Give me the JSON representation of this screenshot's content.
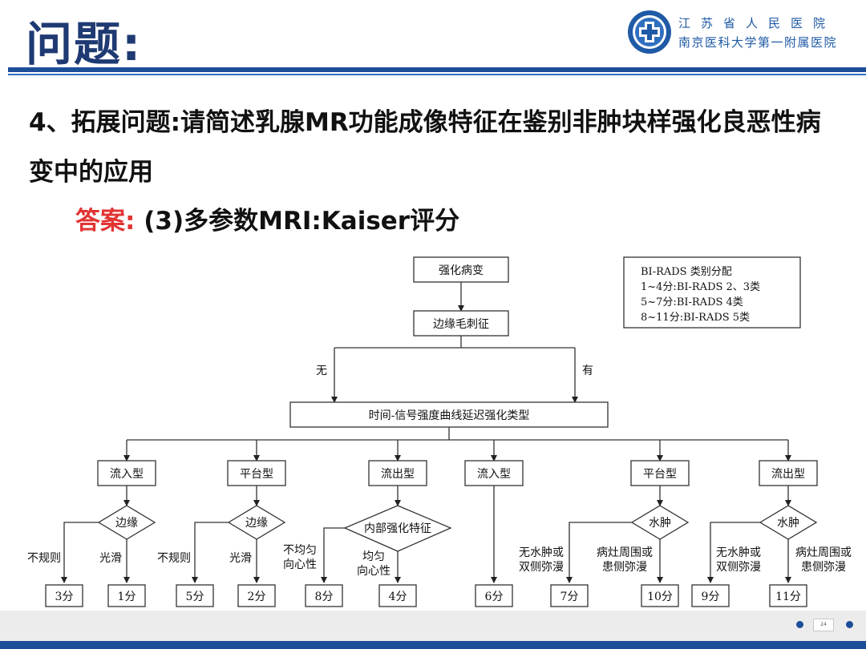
{
  "header": {
    "title": "问题:",
    "hospital_name": "江苏省人民医院",
    "hospital_subtitle": "南京医科大学第一附属医院"
  },
  "question": {
    "text": "4、拓展问题:请简述乳腺MR功能成像特征在鉴别非肿块样强化良恶性病变中的应用"
  },
  "answer": {
    "label": "答案:",
    "text": "(3)多参数MRI:Kaiser评分"
  },
  "diagram": {
    "nodes": {
      "root": "强化病变",
      "spiculation": "边缘毛刺征",
      "curve": "时间-信号强度曲线延迟强化类型",
      "l_inflow": "流入型",
      "l_plateau": "平台型",
      "l_washout": "流出型",
      "r_inflow": "流入型",
      "r_plateau": "平台型",
      "r_washout": "流出型",
      "margin1": "边缘",
      "margin2": "边缘",
      "internal": "内部强化特征",
      "edema1": "水肿",
      "edema2": "水肿",
      "s3": "3分",
      "s1": "1分",
      "s5": "5分",
      "s2": "2分",
      "s8": "8分",
      "s4": "4分",
      "s6": "6分",
      "s7": "7分",
      "s10": "10分",
      "s9": "9分",
      "s11": "11分"
    },
    "edge_labels": {
      "no": "无",
      "yes": "有",
      "irregular1": "不规则",
      "smooth1": "光滑",
      "irregular2": "不规则",
      "smooth2": "光滑",
      "hetero_line1": "不均匀",
      "hetero_line2": "向心性",
      "homo_line1": "均匀",
      "homo_line2": "向心性",
      "noedema1_line1": "无水肿或",
      "noedema1_line2": "双侧弥漫",
      "peri1_line1": "病灶周围或",
      "peri1_line2": "患侧弥漫",
      "noedema2_line1": "无水肿或",
      "noedema2_line2": "双侧弥漫",
      "peri2_line1": "病灶周围或",
      "peri2_line2": "患侧弥漫"
    },
    "legend": [
      "BI-RADS 类别分配",
      "1~4分:BI-RADS 2、3类",
      "5~7分:BI-RADS 4类",
      "8~11分:BI-RADS 5类"
    ]
  },
  "footer": {
    "page_number": "24"
  },
  "colors": {
    "title": "#1f3a73",
    "rule": "#1d4e9a",
    "answer_label": "#e23434",
    "hospital_text": "#1f5aa6"
  }
}
